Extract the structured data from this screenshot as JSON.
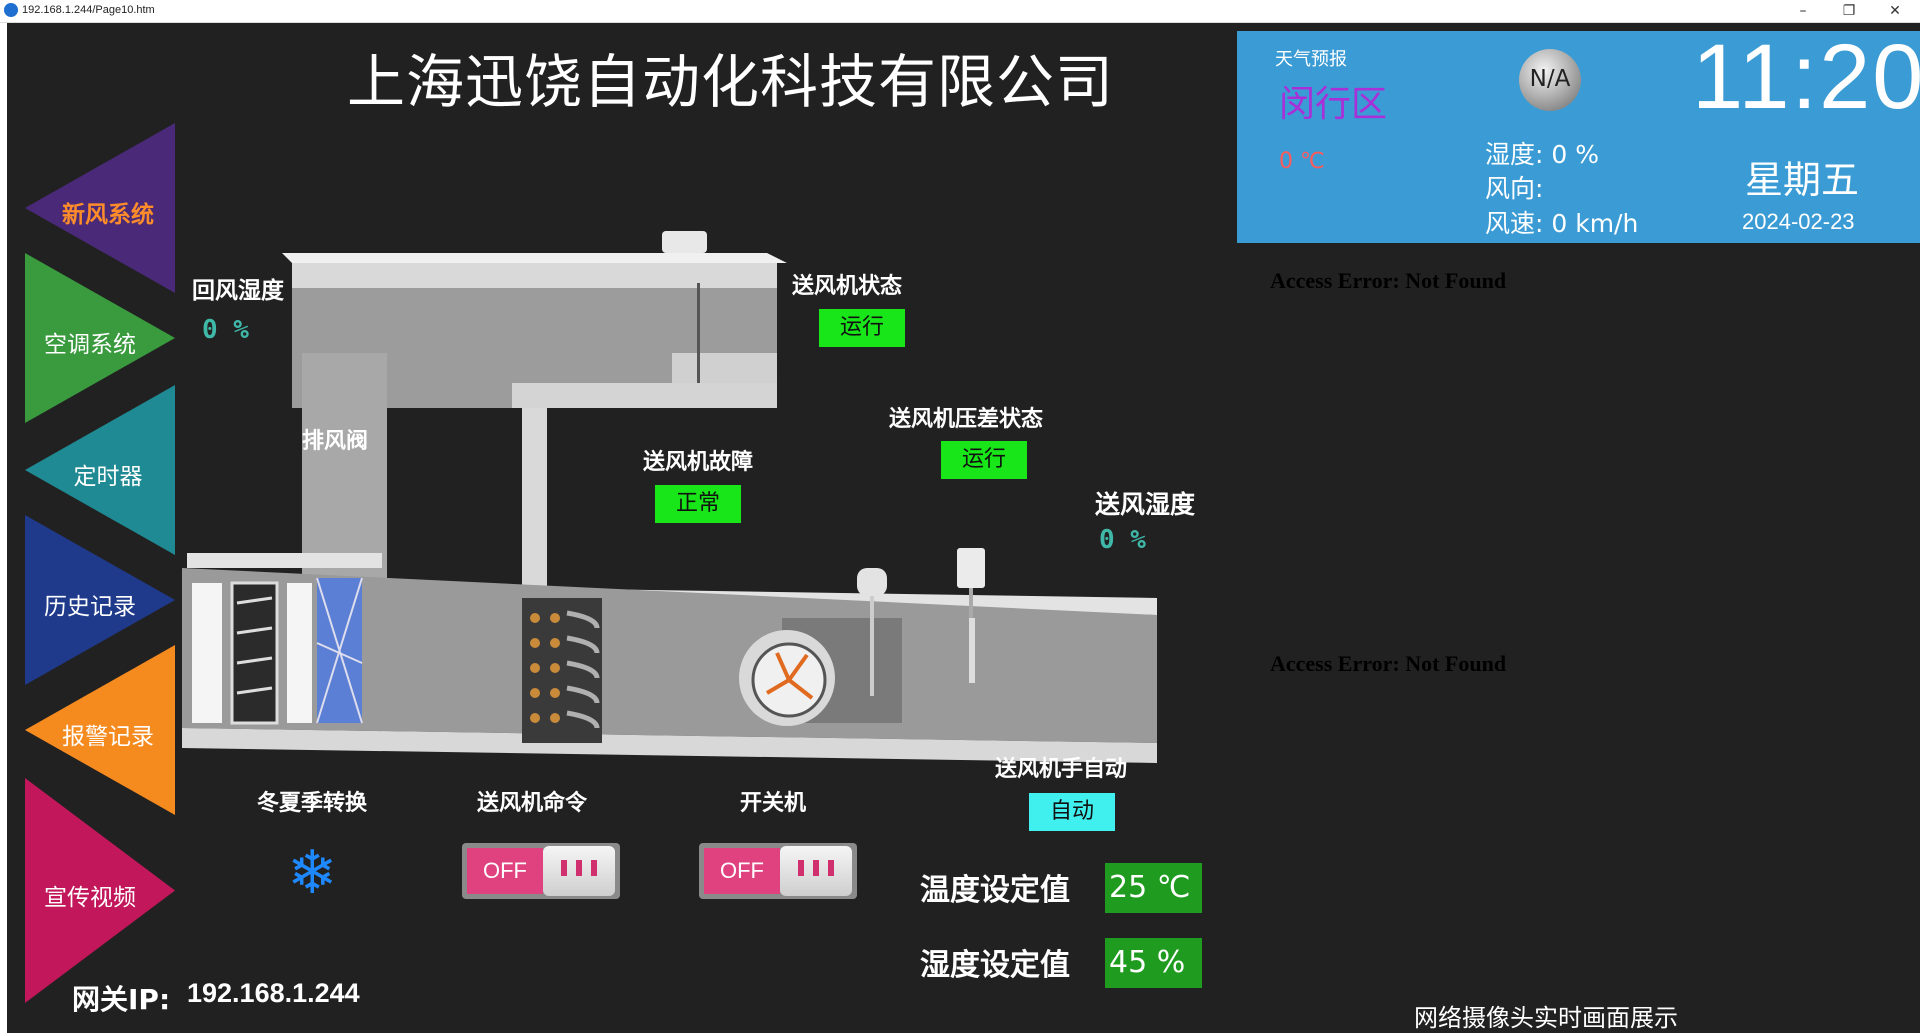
{
  "window": {
    "url": "192.168.1.244/Page10.htm",
    "minimize": "–",
    "restore": "❐",
    "close": "✕"
  },
  "company": "上海迅饶自动化科技有限公司",
  "nav": [
    {
      "label": "新风系统",
      "color": "#4a2a78"
    },
    {
      "label": "空调系统",
      "color": "#3a9a3e"
    },
    {
      "label": "定时器",
      "color": "#1f8a93"
    },
    {
      "label": "历史记录",
      "color": "#1f3a8a"
    },
    {
      "label": "报警记录",
      "color": "#f58a1f"
    },
    {
      "label": "宣传视频",
      "color": "#c2185b"
    }
  ],
  "weather": {
    "title": "天气预报",
    "city": "闵行区",
    "temp": "0 ℃",
    "icon": "N/A",
    "humidity": "湿度: 0 %",
    "wind_dir": "风向:",
    "wind_speed": "风速: 0 km/h",
    "time": "11:20",
    "weekday": "星期五",
    "date": "2024-02-23"
  },
  "errors": [
    "Access Error: Not Found",
    "Access Error: Not Found"
  ],
  "camera_caption": "网络摄像头实时画面展示",
  "system": {
    "return_humidity_label": "回风湿度",
    "return_humidity_value": "0 %",
    "exhaust_damper_label": "排风阀",
    "fan_status_label": "送风机状态",
    "fan_status_value": "运行",
    "fan_dp_label": "送风机压差状态",
    "fan_dp_value": "运行",
    "fan_fault_label": "送风机故障",
    "fan_fault_value": "正常",
    "supply_humidity_label": "送风湿度",
    "supply_humidity_value": "0 %",
    "fan_mode_label": "送风机手自动",
    "fan_mode_value": "自动",
    "season_label": "冬夏季转换",
    "season_icon": "snowflake-icon",
    "fan_cmd_label": "送风机命令",
    "fan_cmd_state": "OFF",
    "power_label": "开关机",
    "power_state": "OFF",
    "temp_set_label": "温度设定值",
    "temp_set_value": "25 ℃",
    "hum_set_label": "湿度设定值",
    "hum_set_value": "45 %"
  },
  "gateway": {
    "label": "网关IP:",
    "ip": "192.168.1.244"
  },
  "colors": {
    "ok_green": "#19e619",
    "auto_cyan": "#3ff0ef",
    "setpoint_green": "#1f9c1f",
    "weather_bg": "#3b9bd4"
  }
}
